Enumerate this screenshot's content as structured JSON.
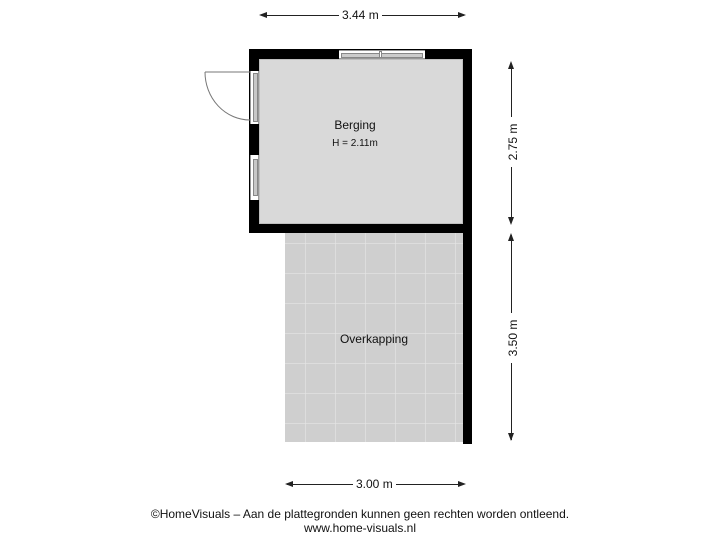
{
  "floorplan": {
    "rooms": [
      {
        "name": "Berging",
        "height_label": "H = 2.11m"
      },
      {
        "name": "Overkapping"
      }
    ],
    "dimensions": {
      "top_width": "3.44 m",
      "bottom_width": "3.00 m",
      "right_upper_height": "2.75 m",
      "right_lower_height": "3.50 m"
    },
    "colors": {
      "wall": "#000000",
      "berging_floor": "#d9d9d9",
      "overkapping_floor": "#cfcfcf",
      "tile_line": "#d8d8d8"
    }
  },
  "footer": {
    "disclaimer": "©HomeVisuals – Aan de plattegronden kunnen geen rechten worden ontleend.",
    "url": "www.home-visuals.nl"
  }
}
